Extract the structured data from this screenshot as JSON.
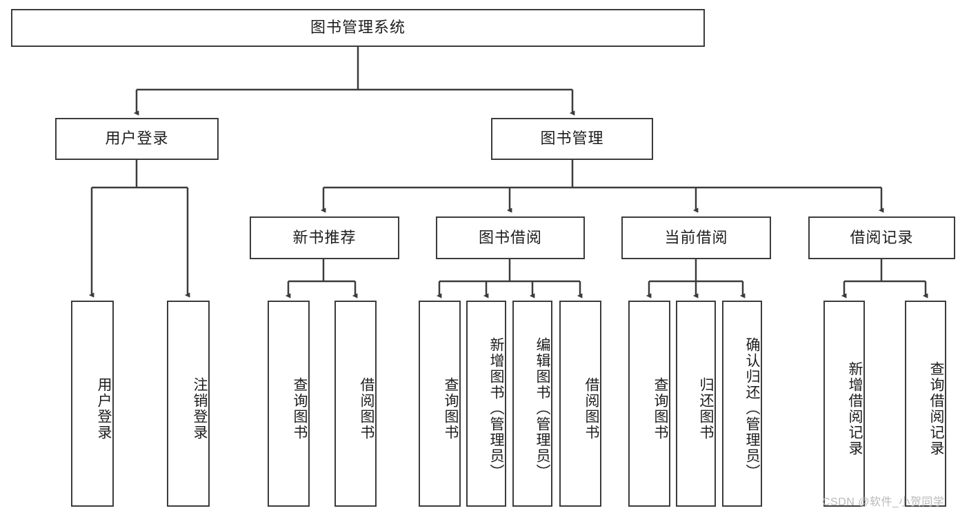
{
  "diagram": {
    "title": "图书管理系统",
    "type": "tree-hierarchy-chart",
    "watermark": "CSDN @软件_小贺同学",
    "colors": {
      "stroke": "#3b3b3b",
      "fill": "#ffffff",
      "text": "#1d1d1d",
      "watermark": "#b9b9b9"
    },
    "root": {
      "label": "图书管理系统"
    },
    "level2": [
      {
        "label": "用户登录"
      },
      {
        "label": "图书管理"
      }
    ],
    "level3": [
      {
        "label": "新书推荐"
      },
      {
        "label": "图书借阅"
      },
      {
        "label": "当前借阅"
      },
      {
        "label": "借阅记录"
      }
    ],
    "leaves": {
      "user_login": [
        {
          "label": "用户登录"
        },
        {
          "label": "注销登录"
        }
      ],
      "new_book_recommend": [
        {
          "label": "查询图书"
        },
        {
          "label": "借阅图书"
        }
      ],
      "book_borrow": [
        {
          "label": "查询图书"
        },
        {
          "label": "新增图书（管理员）"
        },
        {
          "label": "编辑图书（管理员）"
        },
        {
          "label": "借阅图书"
        }
      ],
      "current_borrow": [
        {
          "label": "查询图书"
        },
        {
          "label": "归还图书"
        },
        {
          "label": "确认归还（管理员）"
        }
      ],
      "borrow_record": [
        {
          "label": "新增借阅记录"
        },
        {
          "label": "查询借阅记录"
        }
      ]
    }
  }
}
